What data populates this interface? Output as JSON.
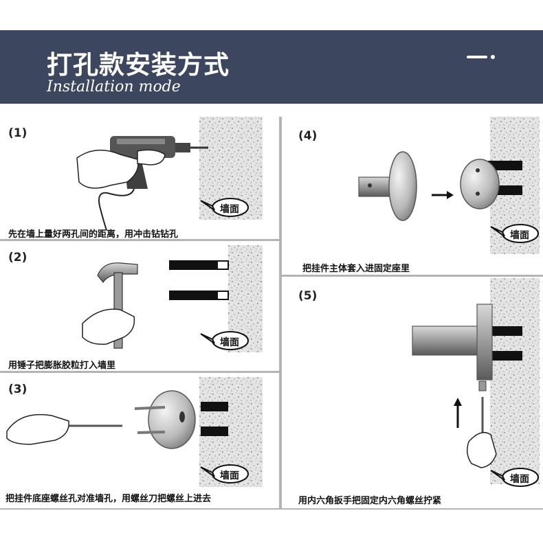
{
  "header": {
    "title": "打孔款安装方式",
    "subtitle": "Installation mode"
  },
  "wall_label": "墙面",
  "steps": [
    {
      "number": "(1)",
      "caption": "先在墙上量好两孔间的距离，用冲击钻钻孔"
    },
    {
      "number": "(2)",
      "caption": "用锤子把膨胀胶粒打入墙里"
    },
    {
      "number": "(3)",
      "caption": "把挂件底座螺丝孔对准墙孔，用螺丝刀把螺丝上进去"
    },
    {
      "number": "(4)",
      "caption": "把挂件主体套入进固定座里"
    },
    {
      "number": "(5)",
      "caption": "用内六角扳手把固定内六角螺丝拧紧"
    }
  ],
  "colors": {
    "banner_bg": "#3c465f",
    "banner_text": "#ffffff",
    "separator": "#b4b4b4",
    "wall": "#e6e6e6"
  }
}
